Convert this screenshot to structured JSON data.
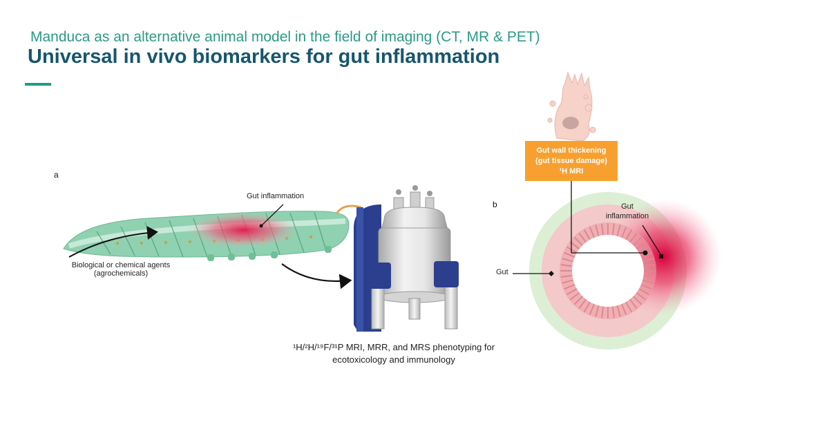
{
  "header": {
    "subtitle": "Manduca as an alternative animal model in the field of imaging (CT, MR & PET)",
    "title": "Universal in vivo biomarkers for gut inflammation"
  },
  "panel_a": {
    "letter": "a",
    "gut_inflammation_label": "Gut inflammation",
    "agents_label_line1": "Biological or chemical agents",
    "agents_label_line2": "(agrochemicals)",
    "caption_line1": "¹H/²H/¹⁹F/³¹P MRI, MRR, and MRS phenotyping for",
    "caption_line2": "ecotoxicology and immunology"
  },
  "panel_b": {
    "letter": "b",
    "box_line1": "Gut wall thickening",
    "box_line2": "(gut tissue damage)",
    "box_line3": "¹H MRI",
    "gut_inflammation_line1": "Gut",
    "gut_inflammation_line2": "inflammation",
    "gut_label": "Gut"
  },
  "colors": {
    "title": "#17566e",
    "subtitle": "#2b9a86",
    "accent": "#1f9c82",
    "orange_box": "#f7a030",
    "caterpillar": "#7fc9a4",
    "inflammation": "#e0204a",
    "magnet_blue": "#2b3f8e"
  }
}
